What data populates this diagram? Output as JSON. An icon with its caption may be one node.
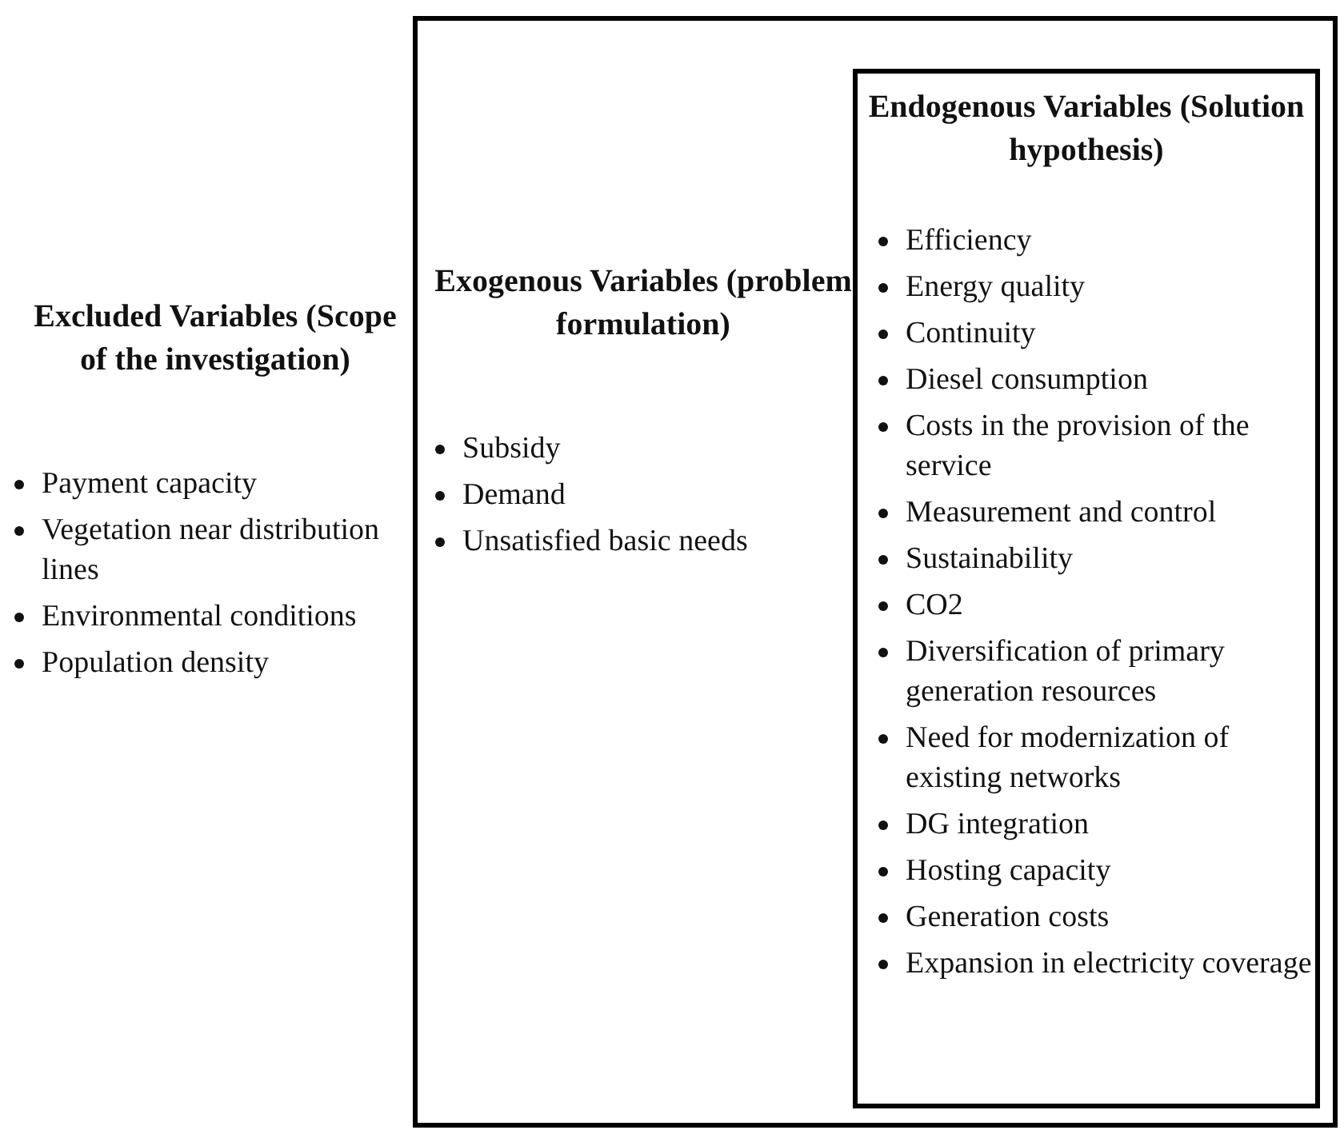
{
  "diagram": {
    "nodes": [
      {
        "text": [
          "Exogenous Variables (problem formulation)",
          "Subsidy",
          "Demand",
          "Unsatisfied basic needs"
        ]
      },
      {
        "text": [
          "Endogenous Variables (Solution hypothesis)",
          "Efficiency",
          "Energy quality",
          "Continuity",
          "Diesel consumption",
          "Costs in the provision of the service",
          "Measurement and control",
          "Sustainability",
          "CO2",
          "Diversification of primary generation resources",
          "Need for modernization of existing networks",
          "DG integration",
          "Hosting capacity",
          "Generation costs",
          "Expansion in electricity coverage"
        ],
        "in": 0
      }
    ],
    "labels": [
      "Excluded Variables (Scope of the investigation)",
      "Payment capacity",
      "Vegetation near distribution lines",
      "Environmental conditions",
      "Population density"
    ]
  }
}
